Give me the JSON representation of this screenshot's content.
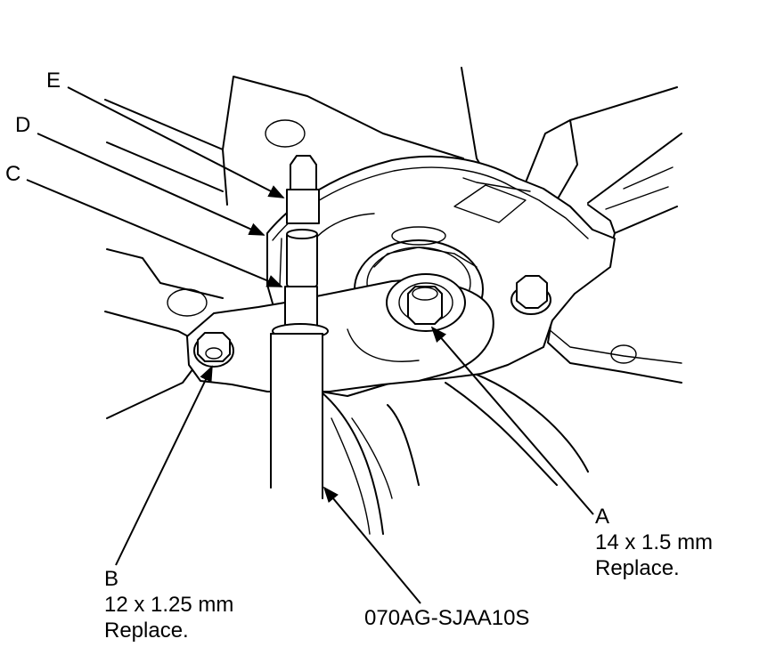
{
  "callouts": {
    "e": {
      "letter": "E"
    },
    "d": {
      "letter": "D"
    },
    "c": {
      "letter": "C"
    },
    "a": {
      "letter": "A",
      "size": "14 x 1.5 mm",
      "note": "Replace."
    },
    "b": {
      "letter": "B",
      "size": "12 x 1.25 mm",
      "note": "Replace."
    }
  },
  "tool": {
    "part_number": "070AG-SJAA10S"
  }
}
